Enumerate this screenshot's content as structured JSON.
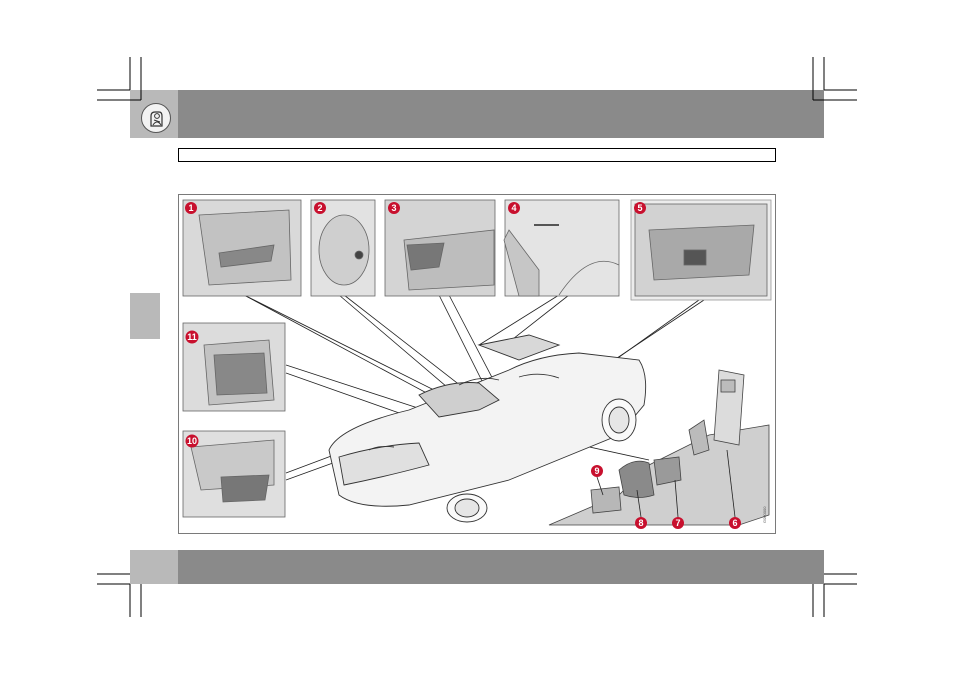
{
  "header": {
    "icon": "child-seat-icon",
    "colors": {
      "bar": "#8a8a8a",
      "tab": "#b9b9b9"
    }
  },
  "title_box_text": "",
  "figure": {
    "callout_color": "#c8102e",
    "callouts": [
      {
        "id": "1",
        "label": "1"
      },
      {
        "id": "2",
        "label": "2"
      },
      {
        "id": "3",
        "label": "3"
      },
      {
        "id": "4",
        "label": "4"
      },
      {
        "id": "5",
        "label": "5"
      },
      {
        "id": "6",
        "label": "6"
      },
      {
        "id": "7",
        "label": "7"
      },
      {
        "id": "8",
        "label": "8"
      },
      {
        "id": "9",
        "label": "9"
      },
      {
        "id": "10",
        "label": "10"
      },
      {
        "id": "11",
        "label": "11"
      }
    ],
    "image_code": "G000000"
  }
}
